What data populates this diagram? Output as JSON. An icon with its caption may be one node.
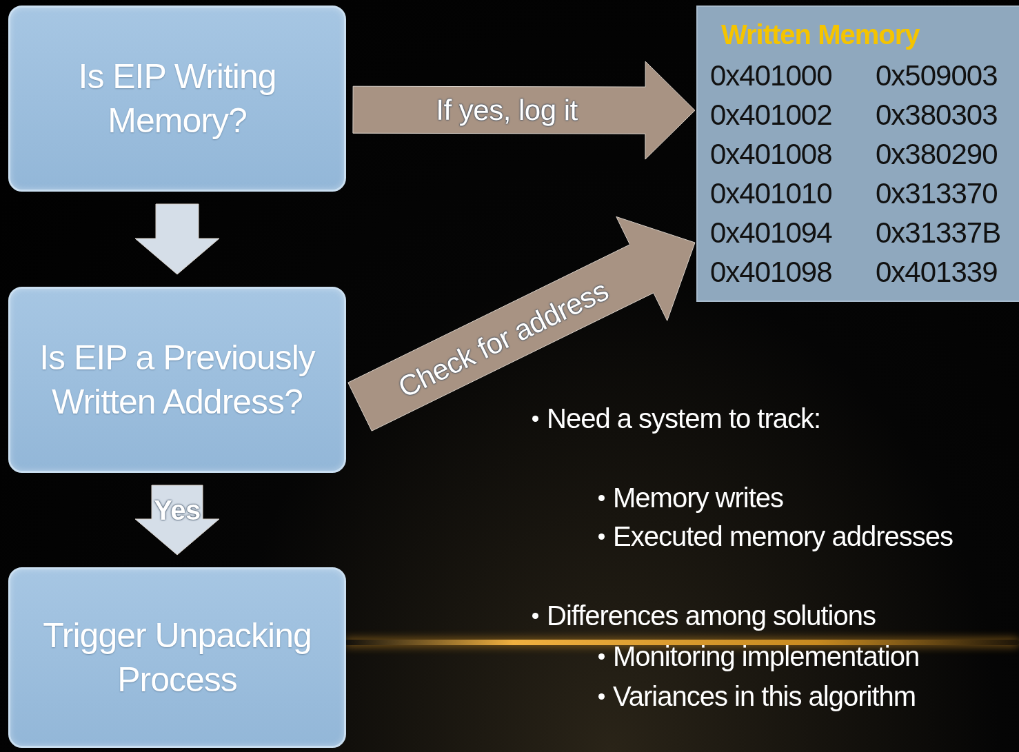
{
  "diagram": {
    "nodes": [
      {
        "text": [
          "Is EIP Writing Memory?"
        ]
      },
      {
        "text": [
          "Is EIP a Previously Written Address?"
        ]
      },
      {
        "text": [
          "Trigger Unpacking Process"
        ]
      },
      {
        "text": [
          "Written Memory",
          "0x401000",
          "0x509003",
          "0x401002",
          "0x380303",
          "0x401008",
          "0x380290",
          "0x401010",
          "0x313370",
          "0x401094",
          "0x31337B",
          "0x401098",
          "0x401339"
        ]
      }
    ],
    "edges": [
      {
        "from": 0,
        "to": 1,
        "arrow": "to",
        "color": "#d5dee8"
      },
      {
        "from": 1,
        "to": 2,
        "arrow": "to",
        "label": "Yes",
        "color": "#d5dee8"
      },
      {
        "from": 0,
        "to": 3,
        "arrow": "to",
        "label": "If yes, log it",
        "color": "#a89383"
      },
      {
        "from": 1,
        "to": 3,
        "arrow": "to",
        "label": "Check for address",
        "color": "#a89383"
      }
    ],
    "labels": [
      "Need a system to track:",
      "Memory writes",
      "Executed memory addresses",
      "Differences among solutions",
      "Monitoring implementation",
      "Variances in this algorithm"
    ]
  }
}
